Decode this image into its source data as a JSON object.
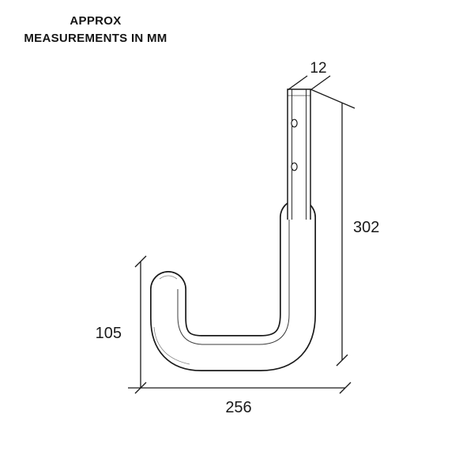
{
  "header": {
    "line1": "APPROX",
    "line2": "MEASUREMENTS IN MM"
  },
  "dimensions": {
    "plate_width": "12",
    "total_height": "302",
    "upturn_height": "105",
    "hook_depth": "256"
  },
  "units": "mm",
  "colors": {
    "ink": "#1a1a1a",
    "background": "#ffffff"
  }
}
